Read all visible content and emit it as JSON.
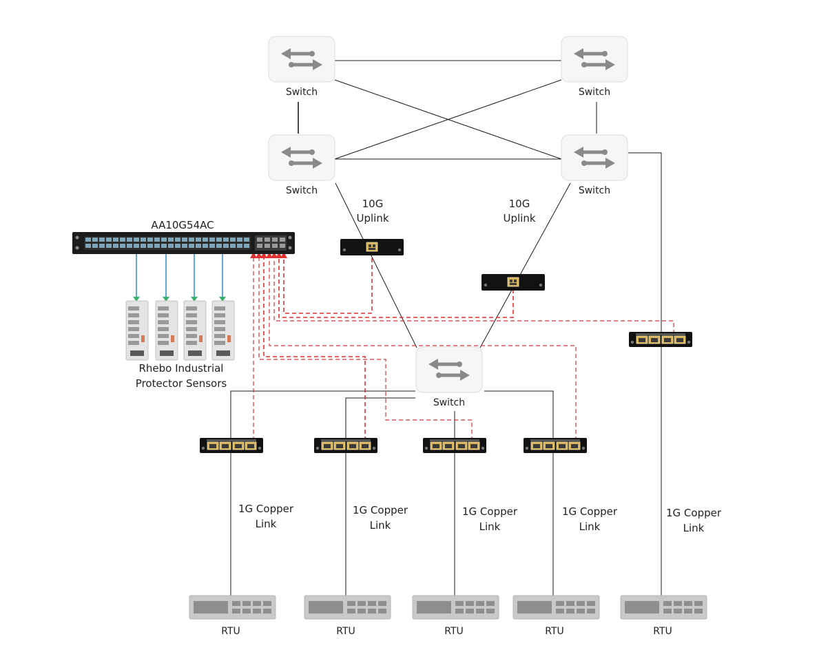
{
  "switch_label": "Switch",
  "aggregator_label": "AA10G54AC",
  "sensors_caption": [
    "Rhebo Industrial",
    "Protector Sensors"
  ],
  "uplink_label": [
    "10G",
    "Uplink"
  ],
  "copper_label": [
    "1G Copper",
    "Link"
  ],
  "rtu_label": "RTU",
  "colors": {
    "line": "#1a1a1a",
    "red_dashed": "#e03030",
    "blue_link": "#3b8fd6",
    "switch_body": "#f6f6f6",
    "switch_icon": "#8a8a8a",
    "rtu_body": "#c8c8c8"
  },
  "icons": {
    "switch": "switch-icon",
    "tap": "network-tap-icon",
    "rtu": "rtu-icon",
    "sensor": "sensor-icon",
    "aggregator": "aggregator-appliance-icon"
  }
}
